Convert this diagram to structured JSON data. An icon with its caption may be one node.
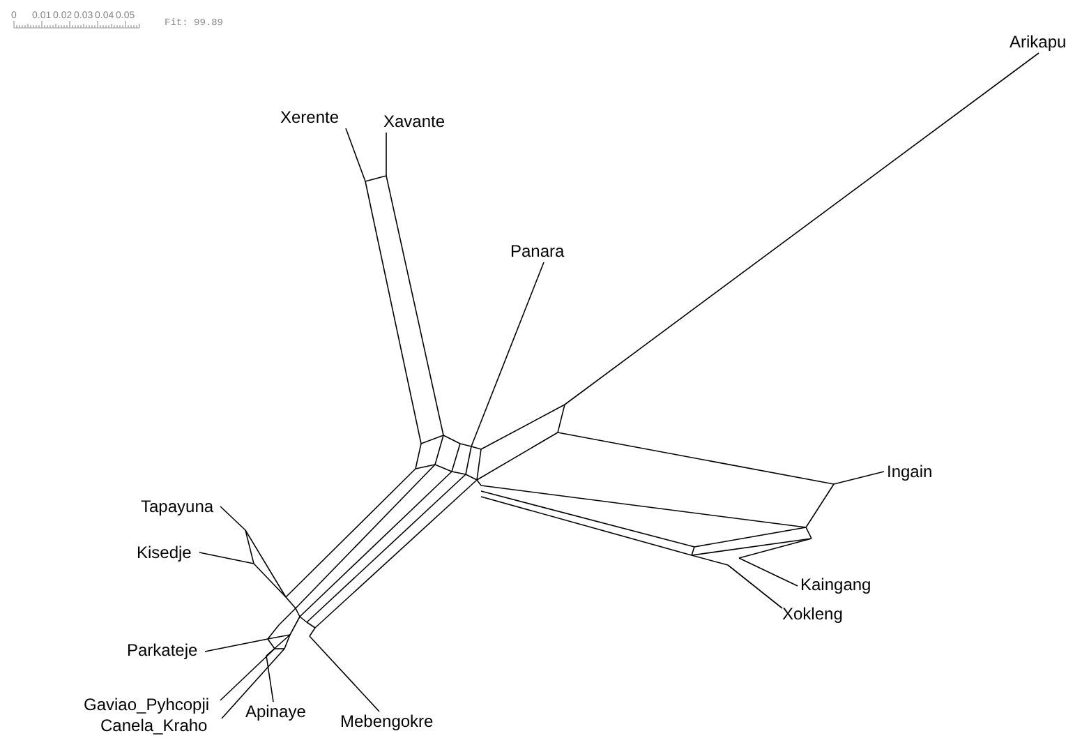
{
  "diagram": {
    "nodes": [
      {
        "text": [
          "Arikapu"
        ]
      },
      {
        "text": [
          "Xerente"
        ]
      },
      {
        "text": [
          "Xavante"
        ]
      },
      {
        "text": [
          "Panara"
        ]
      },
      {
        "text": [
          "Ingain"
        ]
      },
      {
        "text": [
          "Tapayuna"
        ]
      },
      {
        "text": [
          "Kisedje"
        ]
      },
      {
        "text": [
          "Kaingang"
        ]
      },
      {
        "text": [
          "Xokleng"
        ]
      },
      {
        "text": [
          "Parkateje"
        ]
      },
      {
        "text": [
          "Gaviao_Pyhcopji"
        ]
      },
      {
        "text": [
          "Apinaye"
        ]
      },
      {
        "text": [
          "Canela_Kraho"
        ]
      },
      {
        "text": [
          "Mebengokre"
        ]
      }
    ],
    "edges": [
      {
        "from": 0,
        "to": null,
        "arrow": "none"
      },
      {
        "from": 1,
        "to": null,
        "arrow": "none"
      },
      {
        "from": 2,
        "to": null,
        "arrow": "none"
      },
      {
        "from": 3,
        "to": null,
        "arrow": "none"
      },
      {
        "from": 4,
        "to": null,
        "arrow": "none"
      },
      {
        "from": 5,
        "to": null,
        "arrow": "none"
      },
      {
        "from": 6,
        "to": null,
        "arrow": "none"
      },
      {
        "from": 7,
        "to": null,
        "arrow": "none"
      },
      {
        "from": 8,
        "to": null,
        "arrow": "none"
      },
      {
        "from": 9,
        "to": null,
        "arrow": "none"
      },
      {
        "from": 10,
        "to": null,
        "arrow": "none"
      },
      {
        "from": 11,
        "to": null,
        "arrow": "none"
      },
      {
        "from": 12,
        "to": null,
        "arrow": "none"
      },
      {
        "from": 13,
        "to": null,
        "arrow": "none"
      }
    ],
    "labels": [
      "0",
      "0.01",
      "0.02",
      "0.03",
      "0.04",
      "0.05",
      "Fit: 99.89"
    ]
  }
}
